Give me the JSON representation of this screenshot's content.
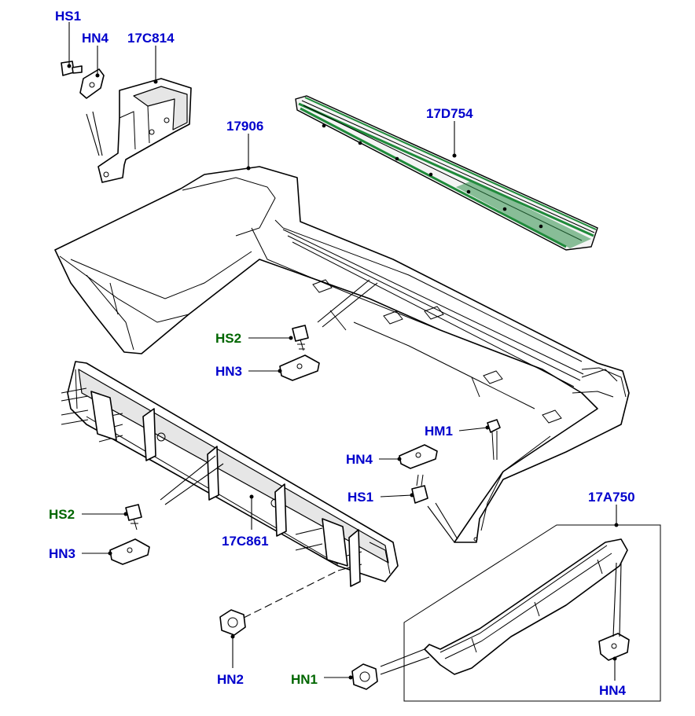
{
  "colors": {
    "blue_label": "#0000cc",
    "green_label": "#006600",
    "highlight": "#1f8a3a",
    "line": "#000000"
  },
  "labels": {
    "hs1_top": "HS1",
    "hn4_top": "HN4",
    "p17c814": "17C814",
    "p17906": "17906",
    "p17d754": "17D754",
    "hs2_mid": "HS2",
    "hn3_mid": "HN3",
    "hm1": "HM1",
    "hn4_mid": "HN4",
    "hs1_mid": "HS1",
    "p17a750": "17A750",
    "hs2_left": "HS2",
    "hn3_left": "HN3",
    "p17c861": "17C861",
    "hn2": "HN2",
    "hn1": "HN1",
    "hn4_box": "HN4"
  }
}
